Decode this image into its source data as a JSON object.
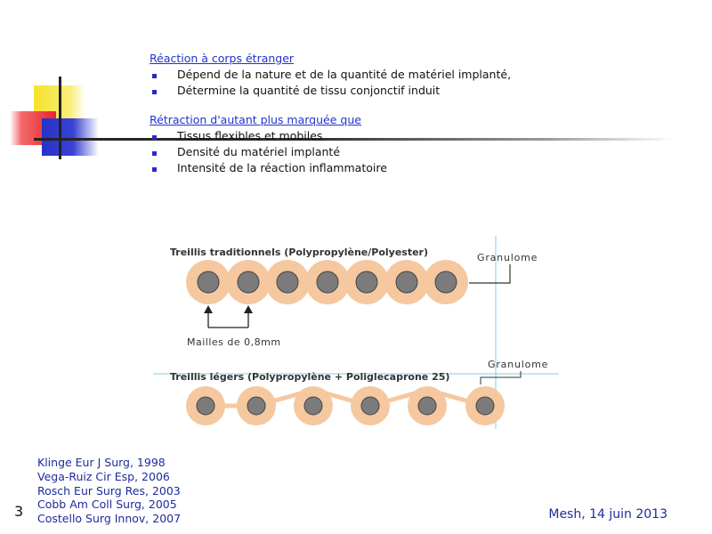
{
  "heading1": "Réaction à corps étranger",
  "bullets1": [
    "Dépend de la nature et de la quantité de matériel implanté,",
    "Détermine la quantité de tissu conjonctif induit"
  ],
  "heading2": "Rétraction d'autant plus marquée que",
  "bullets2": [
    "Tissus flexibles et mobiles",
    "Densité du matériel implanté",
    "Intensité de la réaction inflammatoire"
  ],
  "diagram": {
    "title_traditional": "Treillis traditionnels (Polypropylène/Polyester)",
    "granulome_1": "Granulome",
    "mesh_size": "Mailles de 0,8mm",
    "title_light": "Treillis légers  (Polypropylène + Poliglecaprone 25)",
    "granulome_2": "Granulome",
    "colors": {
      "granuloma": "#f5c8a0",
      "fiber": "#7b7b7b",
      "guide": "#8fdde8"
    }
  },
  "references": [
    "Klinge Eur J Surg, 1998",
    "Vega-Ruiz Cir Esp, 2006",
    "Rosch Eur Surg Res, 2003",
    "Cobb Am Coll Surg, 2005",
    "Costello Surg Innov, 2007"
  ],
  "slide_number": "3",
  "footer": "Mesh, 14 juin 2013"
}
